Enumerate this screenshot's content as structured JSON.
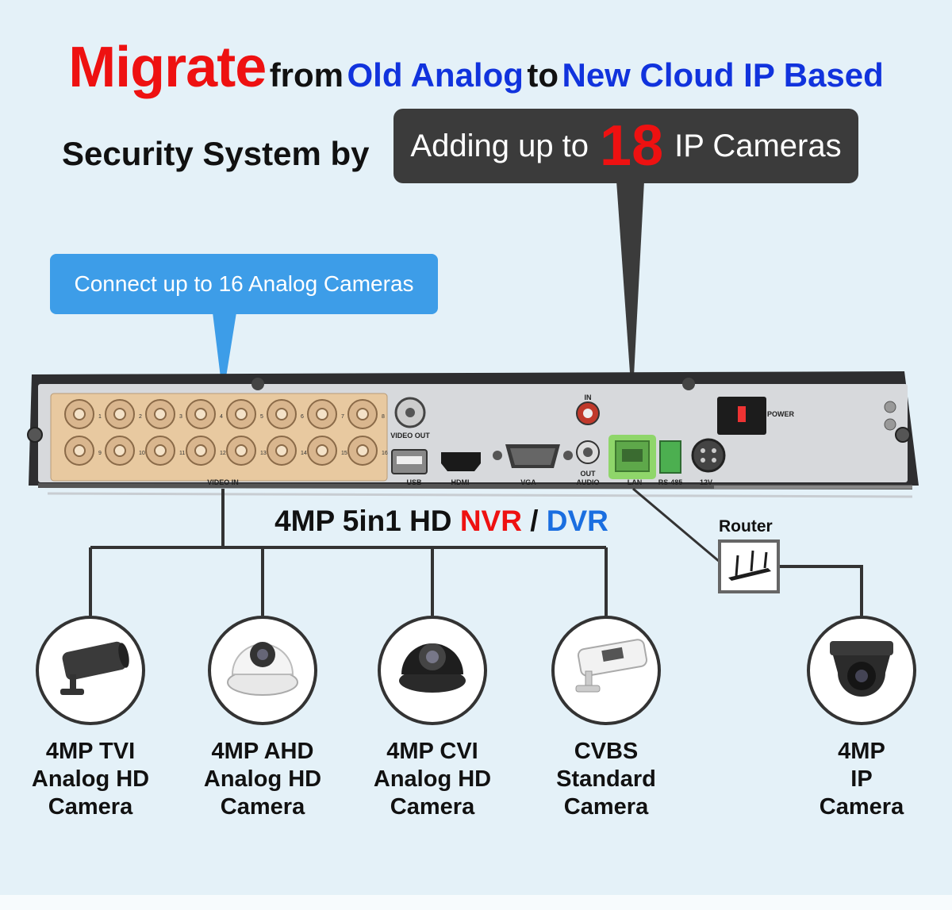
{
  "headline": {
    "migrate": "Migrate",
    "from": "from",
    "old": "Old Analog",
    "to": "to",
    "new": "New Cloud IP Based"
  },
  "subline": "Security System by",
  "ip_bubble": {
    "pre": "Adding up to",
    "number": "18",
    "post": "IP Cameras"
  },
  "analog_bubble": "Connect up to 16 Analog Cameras",
  "device": {
    "label_pre": "4MP 5in1 HD",
    "label_nvr": "NVR",
    "label_sep": "/",
    "label_dvr": "DVR",
    "ports": {
      "video_in": "VIDEO IN",
      "video_out": "VIDEO OUT",
      "usb": "USB",
      "hdmi": "HDMI",
      "vga": "VGA",
      "audio_in": "IN",
      "audio_out": "OUT",
      "audio": "AUDIO",
      "lan": "LAN",
      "rs485": "RS-485",
      "power_in": "12V",
      "power": "POWER"
    },
    "channel_numbers": [
      "1",
      "2",
      "3",
      "4",
      "5",
      "6",
      "7",
      "8",
      "9",
      "10",
      "11",
      "12",
      "13",
      "14",
      "15",
      "16"
    ]
  },
  "router_label": "Router",
  "cameras": [
    {
      "lines": [
        "4MP TVI",
        "Analog HD",
        "Camera"
      ],
      "icon": "bullet-camera-dark-icon"
    },
    {
      "lines": [
        "4MP AHD",
        "Analog HD",
        "Camera"
      ],
      "icon": "dome-camera-white-icon"
    },
    {
      "lines": [
        "4MP CVI",
        "Analog HD",
        "Camera"
      ],
      "icon": "dome-camera-black-icon"
    },
    {
      "lines": [
        "CVBS",
        "Standard",
        "Camera"
      ],
      "icon": "bullet-camera-white-icon"
    },
    {
      "lines": [
        "4MP",
        "IP",
        "Camera"
      ],
      "icon": "ip-dome-camera-icon"
    }
  ],
  "colors": {
    "background": "#e4f1f8",
    "accent_red": "#ee1111",
    "accent_blue": "#1133dd",
    "dvr_blue": "#1a6ee0",
    "bubble_dark": "#3b3b3b",
    "bubble_blue": "#3d9de8",
    "bnc_panel": "#e8c9a0",
    "lan_highlight": "#8fd66a"
  }
}
